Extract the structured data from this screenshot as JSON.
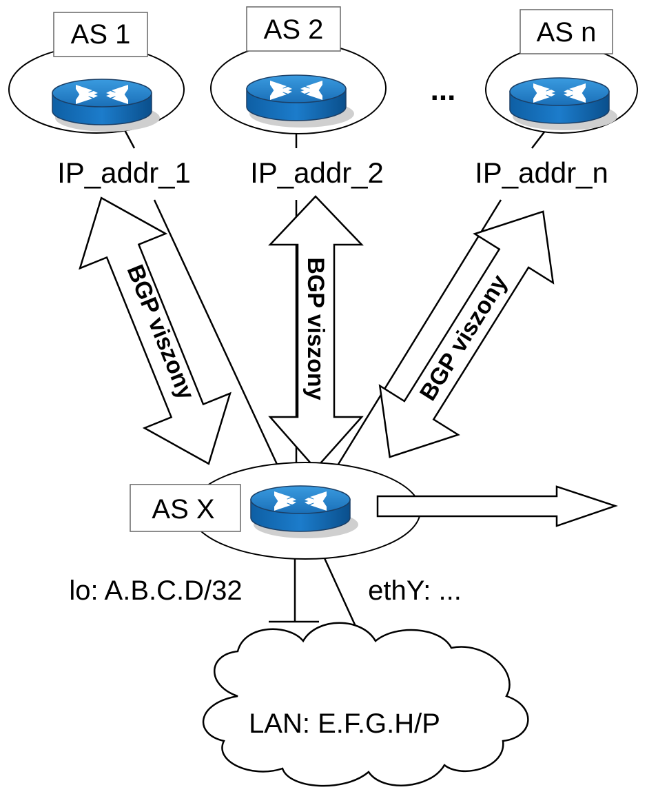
{
  "as_nodes": [
    {
      "label": "AS 1",
      "ip": "IP_addr_1"
    },
    {
      "label": "AS 2",
      "ip": "IP_addr_2"
    },
    {
      "label": "AS n",
      "ip": "IP_addr_n"
    }
  ],
  "ellipsis": "...",
  "relation_label": "BGP viszony",
  "center": {
    "label": "AS X",
    "lo": "lo: A.B.C.D/32",
    "eth": "ethY: ..."
  },
  "lan": {
    "label": "LAN: E.F.G.H/P"
  },
  "icons": {
    "router": "router-icon",
    "cloud": "cloud-icon"
  },
  "colors": {
    "router_top": "#1f77c8",
    "router_side": "#0b5a9e",
    "router_arrow": "#ffffff"
  }
}
